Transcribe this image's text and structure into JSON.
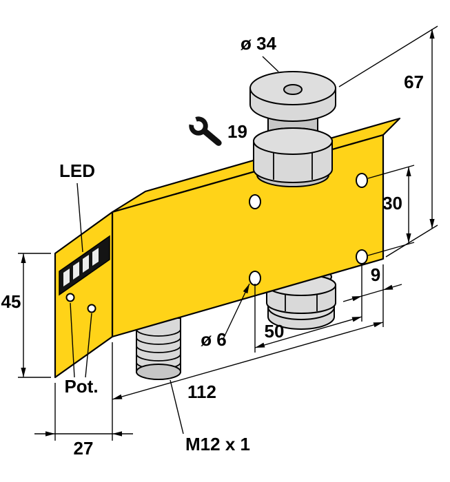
{
  "drawing": {
    "title": "Flow sensor dimensional drawing",
    "labels": {
      "flange_diameter": "ø 34",
      "wrench_size": "19",
      "overall_height": "67",
      "hole_spacing_vertical": "30",
      "body_height": "45",
      "edge_distance": "9",
      "hole_spacing": "50",
      "hole_diameter": "ø 6",
      "body_length": "112",
      "body_depth": "27",
      "connector_thread": "M12 x 1",
      "led": "LED",
      "pot": "Pot."
    },
    "icons": {
      "wrench": "open-end-wrench-icon"
    },
    "colors": {
      "body": "#FFD318",
      "metal": "#D9D9D9",
      "metal_dark": "#C6C6C6",
      "outline": "#000000",
      "led_window": "#141414",
      "background": "#FFFFFF"
    }
  }
}
